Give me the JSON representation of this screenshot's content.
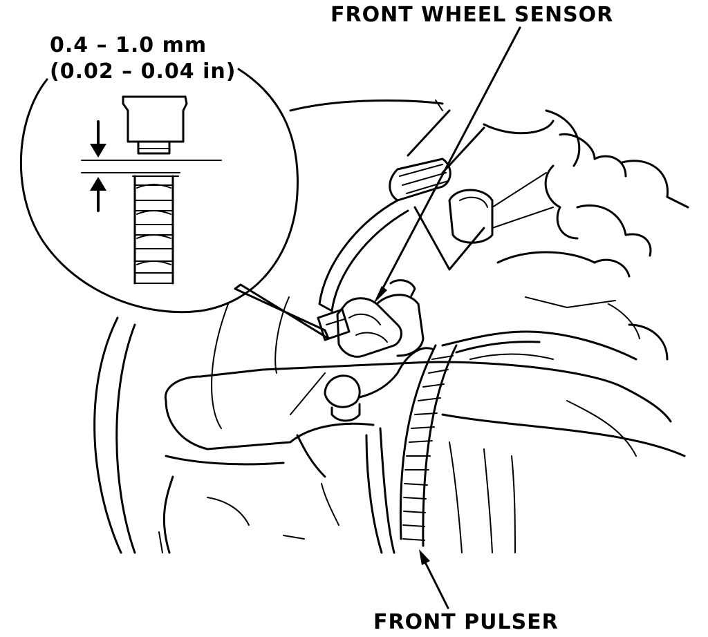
{
  "labels": {
    "sensor": "FRONT WHEEL SENSOR",
    "pulser": "FRONT PULSER",
    "gap_mm": "0.4 – 1.0 mm",
    "gap_in": "(0.02 – 0.04 in)"
  },
  "colors": {
    "ink": "#000000",
    "paper": "#ffffff"
  }
}
